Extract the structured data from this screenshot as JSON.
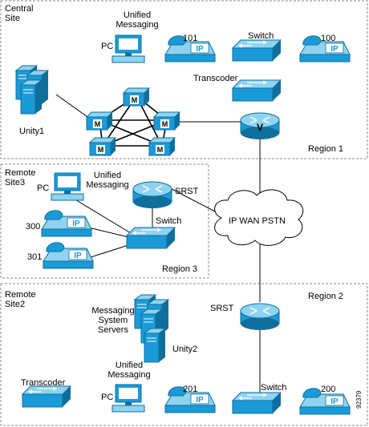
{
  "colors": {
    "device": "#1a9bd7",
    "device_dark": "#0f6f9c",
    "device_light": "#8fd3f0",
    "line": "#000000",
    "border": "#888888"
  },
  "regions": {
    "central": {
      "site": [
        "Central",
        "Site"
      ],
      "region": "Region 1"
    },
    "remote3": {
      "site": [
        "Remote",
        "Site3"
      ],
      "region": "Region 3"
    },
    "remote2": {
      "site": [
        "Remote",
        "Site2"
      ],
      "region": "Region 2"
    }
  },
  "central": {
    "unified_messaging": [
      "Unified",
      "Messaging"
    ],
    "pc": "PC",
    "phone_101": "101",
    "switch": "Switch",
    "phone_100": "100",
    "transcoder": "Transcoder",
    "unity": "Unity1",
    "cluster_badge": "M",
    "gateway_badge": "V"
  },
  "remote3": {
    "pc": "PC",
    "unified_messaging": [
      "Unified",
      "Messaging"
    ],
    "srst": "SRST",
    "switch": "Switch",
    "phone_300": "300",
    "phone_301": "301"
  },
  "wan": {
    "label": "IP WAN PSTN"
  },
  "remote2": {
    "srst": "SRST",
    "messaging_servers": [
      "Messaging",
      "System",
      "Servers"
    ],
    "unity": "Unity2",
    "transcoder": "Transcoder",
    "unified_messaging": [
      "Unified",
      "Messaging"
    ],
    "pc": "PC",
    "phone_201": "201",
    "switch": "Switch",
    "phone_200": "200"
  },
  "figure_id": "92379",
  "phone_badge": "IP"
}
